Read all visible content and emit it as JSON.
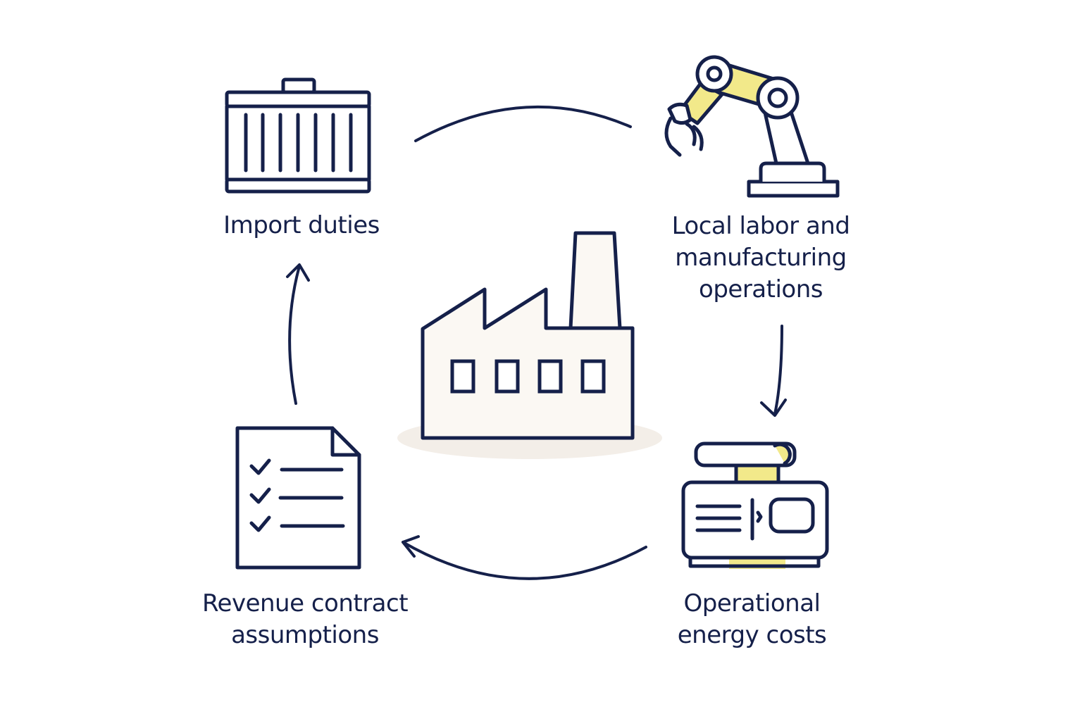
{
  "nodes": {
    "import_duties": {
      "label_line1": "Import duties",
      "icon": "cargo-container-icon"
    },
    "local_labor": {
      "label_line1": "Local labor and",
      "label_line2": "manufacturing",
      "label_line3": "operations",
      "icon": "robotic-arm-icon"
    },
    "energy_costs": {
      "label_line1": "Operational",
      "label_line2": "energy costs",
      "icon": "generator-icon"
    },
    "revenue_contract": {
      "label_line1": "Revenue contract",
      "label_line2": "assumptions",
      "icon": "checklist-document-icon"
    },
    "center": {
      "icon": "factory-icon"
    }
  },
  "colors": {
    "stroke": "#15204a",
    "accent_yellow": "#f2e98a",
    "fill_cream": "#fbf8f3",
    "shadow": "#f3eee8"
  }
}
